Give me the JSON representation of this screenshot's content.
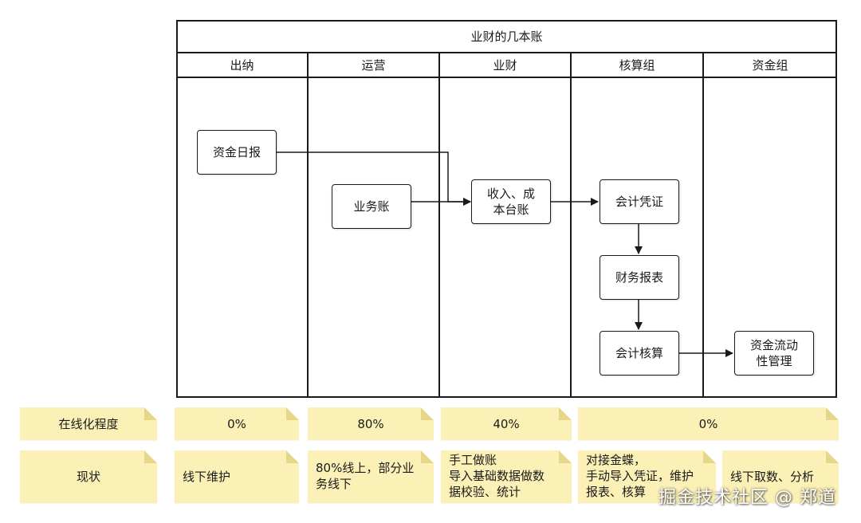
{
  "diagram": {
    "title": "业财的几本账",
    "lanes": [
      "出纳",
      "运营",
      "业财",
      "核算组",
      "资金组"
    ],
    "nodes": {
      "cash_daily": "资金日报",
      "business_account": "业务账",
      "income_cost": "收入、成\n本台账",
      "voucher": "会计凭证",
      "financial_report": "财务报表",
      "accounting": "会计核算",
      "fund_management": "资金流动\n性管理"
    }
  },
  "table": {
    "row1_label": "在线化程度",
    "row1_values": [
      "0%",
      "80%",
      "40%",
      "0%"
    ],
    "row2_label": "现状",
    "row2_values": [
      "线下维护",
      "80%线上，部分业\n务线下",
      "手工做账\n导入基础数据做数\n据校验、统计",
      "对接金蝶，\n手动导入凭证，维护\n报表、核算",
      "线下取数、分析"
    ]
  },
  "watermark": "掘金技术社区 @ 郑道"
}
